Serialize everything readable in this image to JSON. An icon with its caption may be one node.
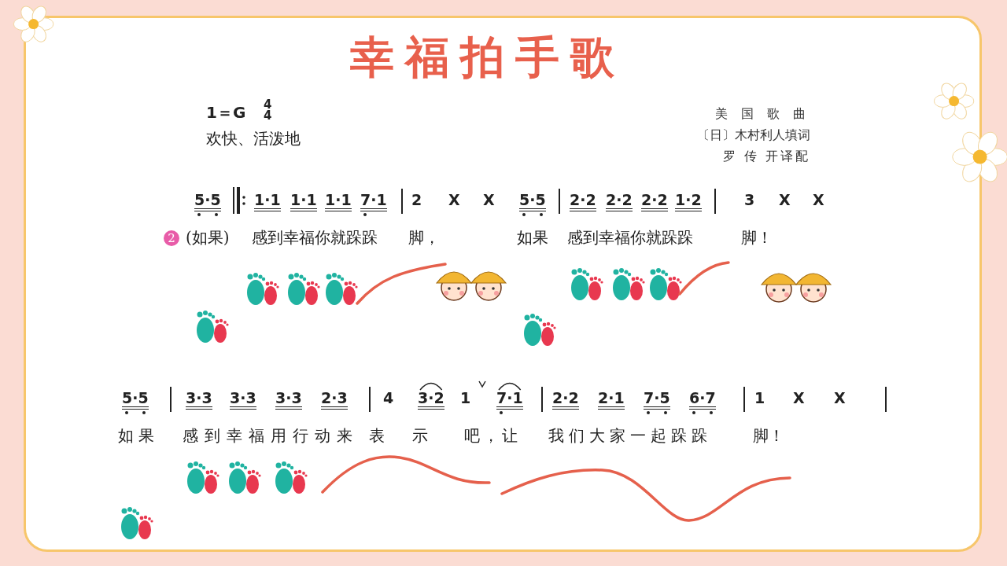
{
  "diagram": {
    "title": "幸福拍手歌",
    "labels": [
      "1＝G",
      "4",
      "4",
      "美 国 歌 曲",
      "欢快、活泼地",
      "〔日〕木村利人填词",
      "罗 传 开译配",
      "5·5",
      "1·1",
      "1·1",
      "1·1",
      "7·1",
      "2",
      "X",
      "X",
      "5·5",
      "2·2",
      "2·2",
      "2·2",
      "1·2",
      "3",
      "X",
      "X",
      "2",
      "(如果)",
      "感到幸福你就跺跺",
      "脚，",
      "如果",
      "感到幸福你就跺跺",
      "脚！",
      "5·5",
      "3·3",
      "3·3",
      "3·3",
      "2·3",
      "4",
      "3·2",
      "1",
      "7·1",
      "2·2",
      "2·1",
      "7·5",
      "6·7",
      "1",
      "X",
      "X",
      "如果",
      "感到幸福用行动来",
      "表",
      "示",
      "吧，让",
      "我们大家一起跺跺",
      "脚！"
    ]
  }
}
